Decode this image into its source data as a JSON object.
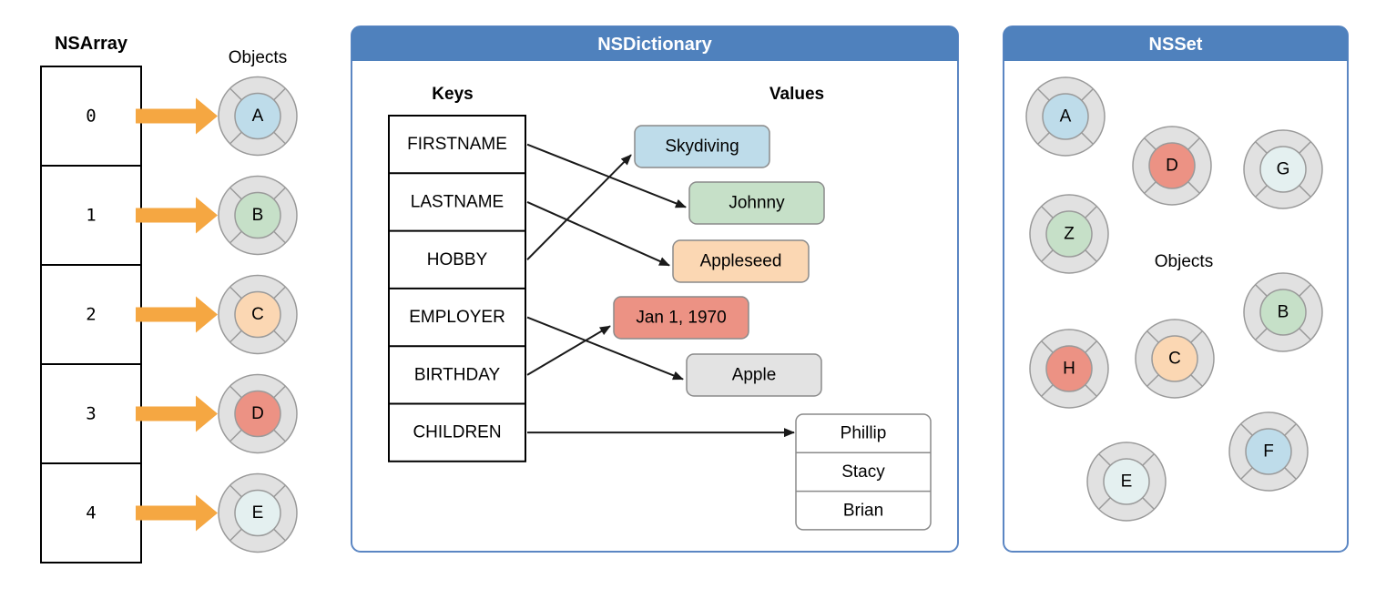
{
  "colors": {
    "panel_header": "#4f81bd",
    "panel_border": "#5b86c3",
    "arrow_orange": "#f5a742",
    "arrow_black": "#1a1a1a",
    "ring_fill": "#e1e1e1",
    "ring_stroke": "#9a9a9a",
    "blue": "#bedcea",
    "green": "#c6e0c8",
    "orange": "#fbd7b3",
    "red": "#ec9284",
    "pale": "#e4f0f0",
    "gray": "#e3e3e3",
    "white": "#ffffff"
  },
  "nsarray": {
    "title": "NSArray",
    "objects_label": "Objects",
    "rows": [
      {
        "index": "0",
        "object": "A",
        "color": "blue"
      },
      {
        "index": "1",
        "object": "B",
        "color": "green"
      },
      {
        "index": "2",
        "object": "C",
        "color": "orange"
      },
      {
        "index": "3",
        "object": "D",
        "color": "red"
      },
      {
        "index": "4",
        "object": "E",
        "color": "pale"
      }
    ]
  },
  "nsdictionary": {
    "title": "NSDictionary",
    "keys_label": "Keys",
    "values_label": "Values",
    "keys": [
      "FIRSTNAME",
      "LASTNAME",
      "HOBBY",
      "EMPLOYER",
      "BIRTHDAY",
      "CHILDREN"
    ],
    "values": [
      {
        "text": "Skydiving",
        "color": "blue"
      },
      {
        "text": "Johnny",
        "color": "green"
      },
      {
        "text": "Appleseed",
        "color": "orange"
      },
      {
        "text": "Jan 1, 1970",
        "color": "red"
      },
      {
        "text": "Apple",
        "color": "gray"
      }
    ],
    "children_list": [
      "Phillip",
      "Stacy",
      "Brian"
    ],
    "mappings": [
      {
        "key": "FIRSTNAME",
        "value": "Johnny"
      },
      {
        "key": "LASTNAME",
        "value": "Appleseed"
      },
      {
        "key": "HOBBY",
        "value": "Skydiving"
      },
      {
        "key": "EMPLOYER",
        "value": "Apple"
      },
      {
        "key": "BIRTHDAY",
        "value": "Jan 1, 1970"
      },
      {
        "key": "CHILDREN",
        "value": "children_list"
      }
    ]
  },
  "nsset": {
    "title": "NSSet",
    "objects_label": "Objects",
    "objects": [
      {
        "label": "A",
        "color": "blue"
      },
      {
        "label": "D",
        "color": "red"
      },
      {
        "label": "G",
        "color": "pale"
      },
      {
        "label": "Z",
        "color": "green"
      },
      {
        "label": "B",
        "color": "green"
      },
      {
        "label": "H",
        "color": "red"
      },
      {
        "label": "C",
        "color": "orange"
      },
      {
        "label": "F",
        "color": "blue"
      },
      {
        "label": "E",
        "color": "pale"
      }
    ]
  }
}
